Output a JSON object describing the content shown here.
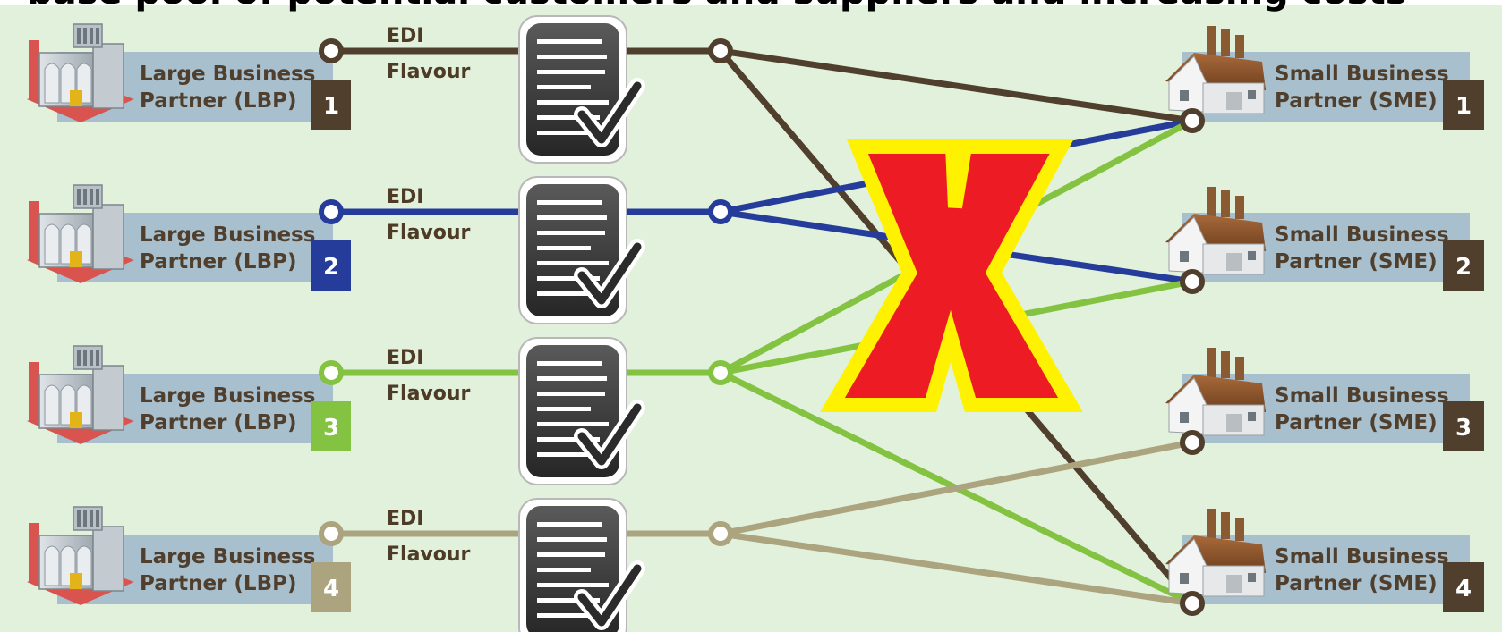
{
  "title": "base pool of potential customers and suppliers and increasing costs",
  "edi_label_line1": "EDI",
  "edi_label_line2": "Flavour",
  "large_partners": [
    {
      "line1": "Large Business",
      "line2": "Partner (LBP)",
      "number": "1",
      "color": "#4f3f2c",
      "number_color": "#ffffff"
    },
    {
      "line1": "Large Business",
      "line2": "Partner (LBP)",
      "number": "2",
      "color": "#263c9b",
      "number_color": "#ffffff"
    },
    {
      "line1": "Large Business",
      "line2": "Partner (LBP)",
      "number": "3",
      "color": "#84c341",
      "number_color": "#4f3f2c"
    },
    {
      "line1": "Large Business",
      "line2": "Partner (LBP)",
      "number": "4",
      "color": "#aba47f",
      "number_color": "#4f3f2c"
    }
  ],
  "small_partners": [
    {
      "line1": "Small Business",
      "line2": "Partner (SME)",
      "number": "1"
    },
    {
      "line1": "Small Business",
      "line2": "Partner (SME)",
      "number": "2"
    },
    {
      "line1": "Small Business",
      "line2": "Partner (SME)",
      "number": "3"
    },
    {
      "line1": "Small Business",
      "line2": "Partner (SME)",
      "number": "4"
    }
  ],
  "connections": [
    {
      "from": "1",
      "to": [
        "1",
        "4"
      ]
    },
    {
      "from": "2",
      "to": [
        "1",
        "2"
      ]
    },
    {
      "from": "3",
      "to": [
        "1",
        "2",
        "4"
      ]
    },
    {
      "from": "4",
      "to": [
        "3",
        "4"
      ]
    }
  ],
  "cross_mark": "X",
  "colors": {
    "background": "#e1f1dc",
    "label_box": "#a8bfce",
    "label_text": "#4f3f2c",
    "sme_number_box": "#4f3f2c",
    "cross_fill": "#ed1c24",
    "cross_outline": "#fff200",
    "document": "#3a3a3a"
  },
  "icons": {
    "large_partner": "factory-icon",
    "small_partner": "house-icon",
    "edi_document": "document-check-icon"
  }
}
